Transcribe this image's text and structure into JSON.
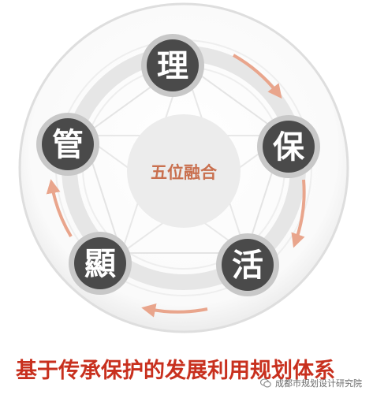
{
  "diagram": {
    "center_label": "五位融合",
    "nodes": [
      {
        "label": "理"
      },
      {
        "label": "保"
      },
      {
        "label": "活"
      },
      {
        "label": "顯"
      },
      {
        "label": "管"
      }
    ]
  },
  "caption": "基于传承保护的发展利用规划体系",
  "watermark": {
    "icon": "wechat-icon",
    "text": "成都市规划设计研究院"
  },
  "colors": {
    "node_fill": "#4a4a4a",
    "node_ring": "#c8c8c8",
    "arrow": "#e9a58c",
    "caption": "#c8301e",
    "center_text": "#c9704f"
  }
}
